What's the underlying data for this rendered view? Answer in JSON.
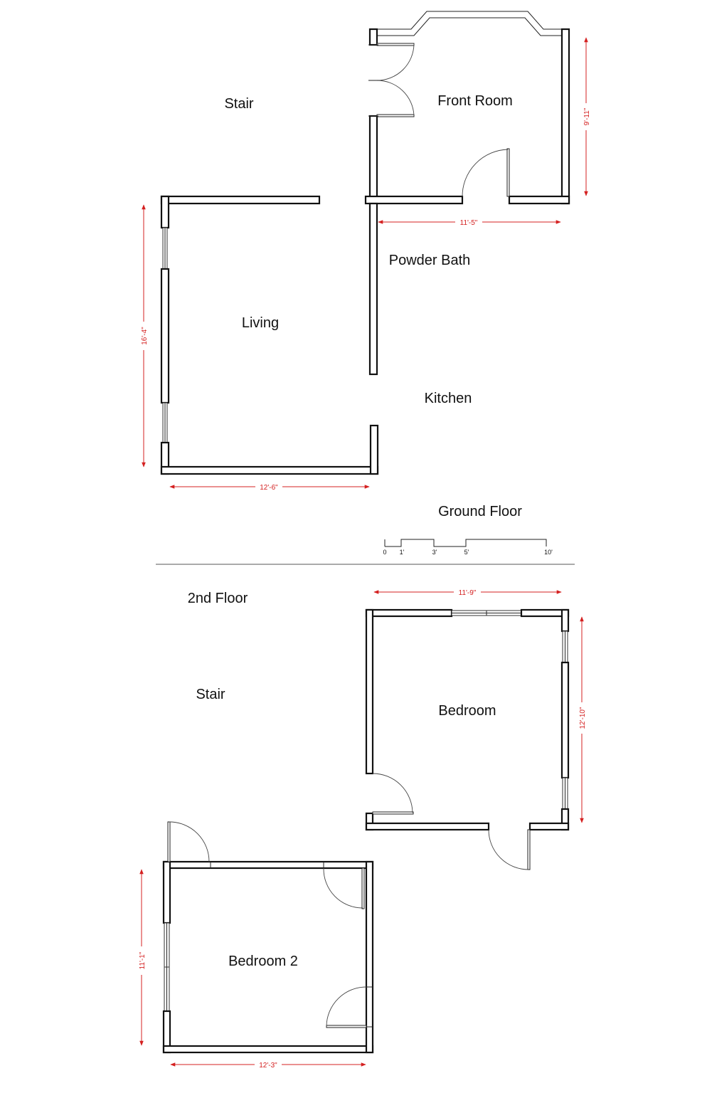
{
  "colors": {
    "wall": "#111111",
    "dimension": "#d42020",
    "text": "#111111",
    "background": "#ffffff"
  },
  "ground_floor": {
    "title": "Ground Floor",
    "rooms": {
      "stair": "Stair",
      "front_room": "Front Room",
      "powder_bath": "Powder Bath",
      "living": "Living",
      "kitchen": "Kitchen"
    },
    "dimensions": {
      "front_room_height": "9'-11\"",
      "front_room_width": "11'-5\"",
      "living_height": "16'-4\"",
      "living_width": "12'-6\""
    }
  },
  "scale_bar": {
    "ticks": [
      "0",
      "1'",
      "3'",
      "5'",
      "10'"
    ]
  },
  "second_floor": {
    "title": "2nd Floor",
    "rooms": {
      "stair": "Stair",
      "bedroom": "Bedroom",
      "bedroom_2": "Bedroom 2"
    },
    "dimensions": {
      "bedroom_width": "11'-9\"",
      "bedroom_height": "12'-10\"",
      "bedroom2_height": "11'-1\"",
      "bedroom2_width": "12'-3\""
    }
  }
}
